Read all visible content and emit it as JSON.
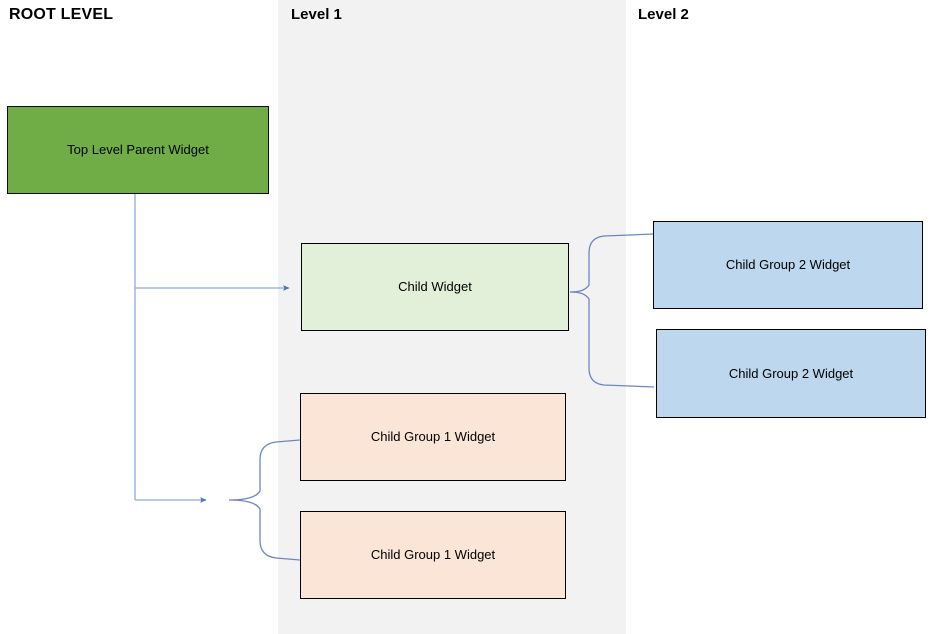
{
  "diagram": {
    "title_bar": {
      "root_label": "ROOT LEVEL",
      "level1_label": "Level 1",
      "level2_label": "Level 2"
    },
    "colors": {
      "root_fill": "#70AD47",
      "child_fill": "#E2EFD9",
      "group1_fill": "#FBE5D6",
      "group2_fill": "#BDD7EE",
      "band_fill": "#F2F2F2",
      "connector": "#4472C4",
      "connector_light": "#8FAADC",
      "border": "#000000"
    },
    "nodes": {
      "root": {
        "label": "Top Level Parent Widget"
      },
      "child": {
        "label": "Child Widget"
      },
      "group1_a": {
        "label": "Child Group 1 Widget"
      },
      "group1_b": {
        "label": "Child Group 1 Widget"
      },
      "group2_a": {
        "label": "Child Group 2 Widget"
      },
      "group2_b": {
        "label": "Child Group 2 Widget"
      }
    }
  }
}
